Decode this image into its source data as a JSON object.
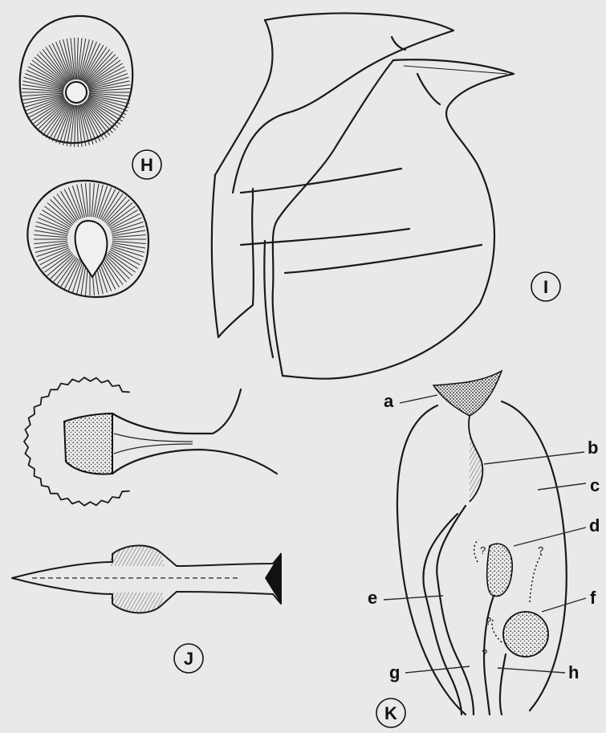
{
  "figure": {
    "panels": {
      "H": "H",
      "I": "I",
      "J": "J",
      "K": "K"
    },
    "k_labels": {
      "a": "a",
      "b": "b",
      "c": "c",
      "d": "d",
      "e": "e",
      "f": "f",
      "g": "g",
      "h": "h"
    },
    "uncertain_marks": [
      "?",
      "?",
      "?",
      "?"
    ]
  },
  "colors": {
    "ink": "#1a1a1a",
    "paper": "#e9e9e9"
  }
}
